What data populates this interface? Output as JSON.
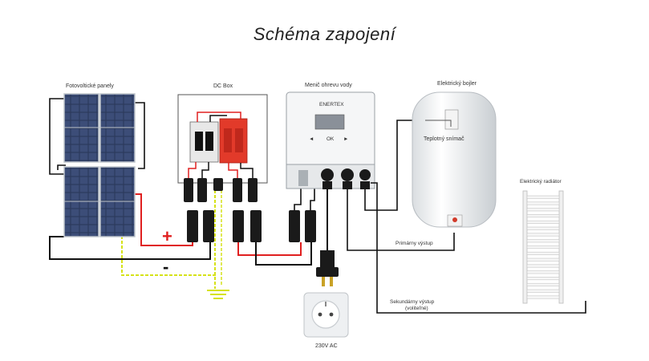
{
  "title": "Schéma zapojení",
  "labels": {
    "panels": "Fotovoltické panely",
    "dcbox": "DC Box",
    "converter": "Menič ohrevu vody",
    "boiler": "Elektrický bojler",
    "sensor": "Teplotný snímač",
    "radiator": "Elektrický radiátor",
    "primary": "Primárny výstup",
    "secondary_1": "Sekundárny výstup",
    "secondary_2": "(voliteľné)",
    "socket": "230V AC",
    "plus": "+",
    "minus": "-"
  },
  "device": {
    "brand": "ENERTEX",
    "button_ok": "OK",
    "arrow_left": "◄",
    "arrow_right": "►"
  },
  "colors": {
    "positive_wire": "#e02020",
    "negative_wire": "#111111",
    "ground_wire": "#d6e21a",
    "breaker": "#e23a2a"
  }
}
